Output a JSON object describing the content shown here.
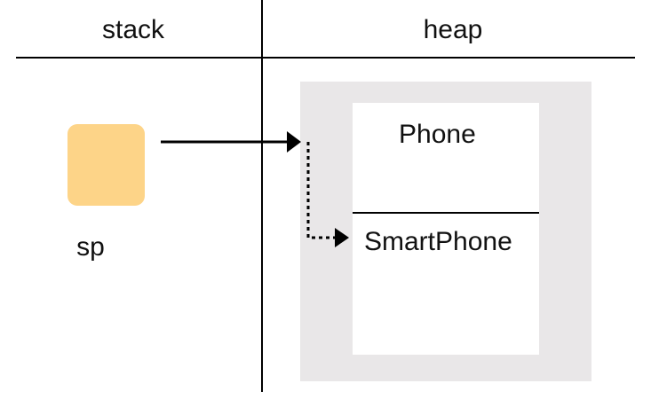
{
  "columns": {
    "stack": "stack",
    "heap": "heap"
  },
  "variable": {
    "name": "sp",
    "color": "#fdd488"
  },
  "object": {
    "sections": [
      "Phone",
      "SmartPhone"
    ],
    "region_color": "#e9e7e8"
  },
  "references": [
    {
      "from": "sp",
      "to": "Phone",
      "style": "solid"
    },
    {
      "from": "Phone",
      "to": "SmartPhone",
      "style": "dotted"
    }
  ]
}
